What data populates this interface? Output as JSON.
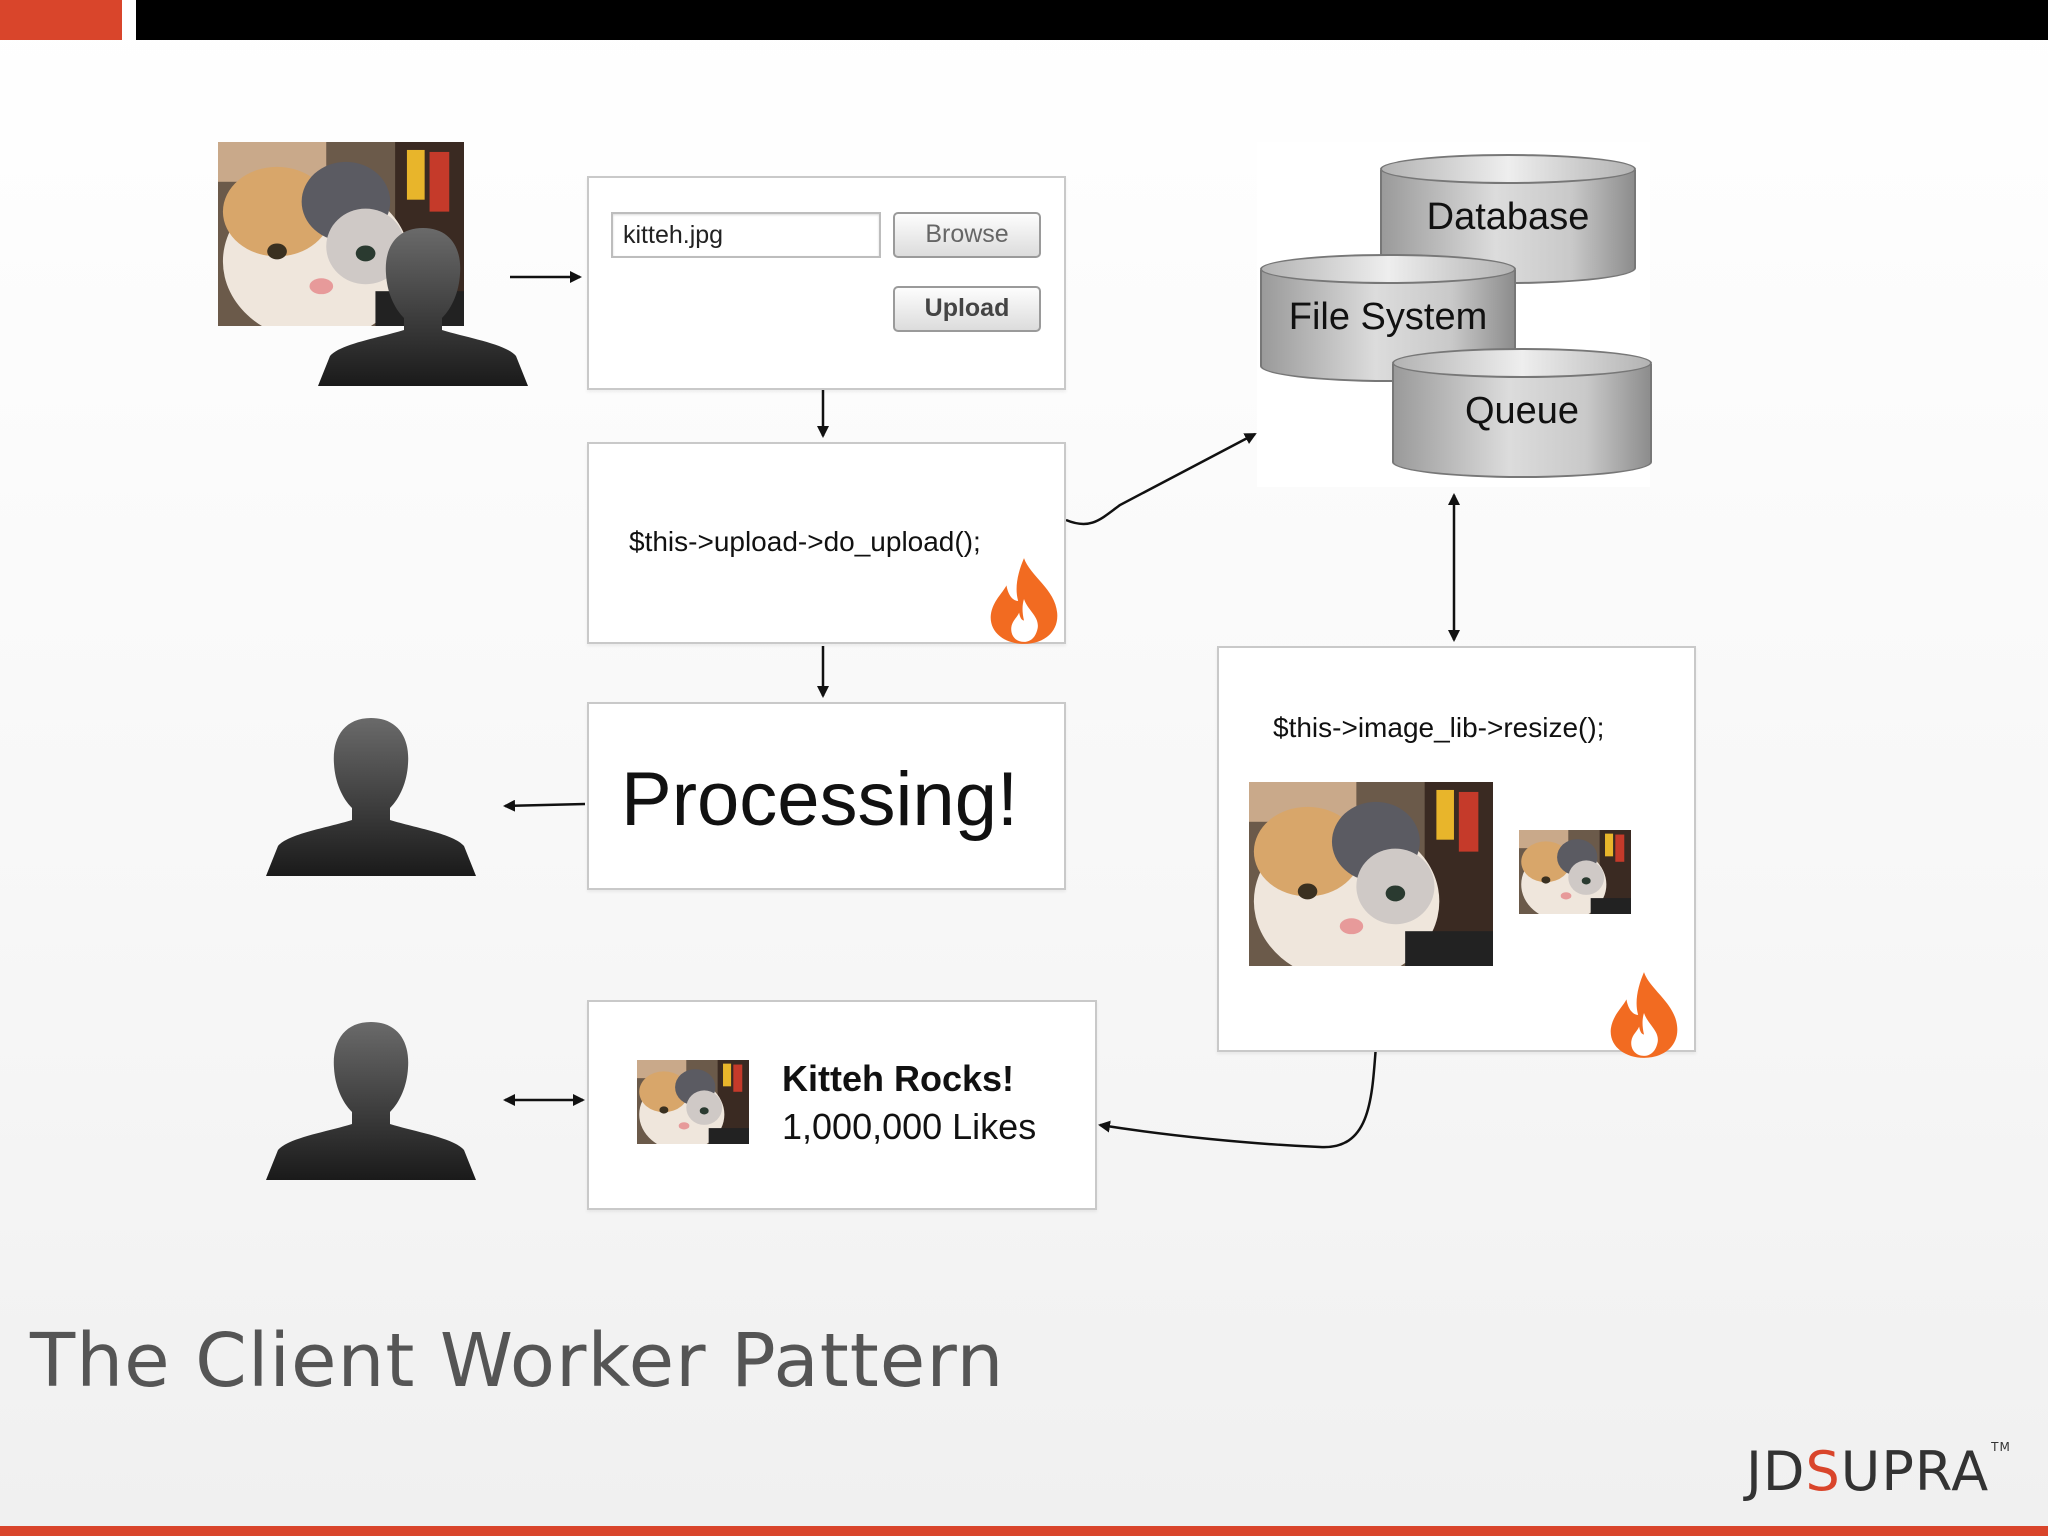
{
  "slide": {
    "title": "The Client Worker Pattern",
    "brand": {
      "prefix": "JD",
      "highlight": "S",
      "suffix": "UPRA",
      "mark": "TM"
    }
  },
  "upload_form": {
    "file_value": "kitteh.jpg",
    "browse_label": "Browse",
    "upload_label": "Upload"
  },
  "controller_code": "$this->upload->do_upload();",
  "processing_text": "Processing!",
  "storage": {
    "database": "Database",
    "file_system": "File System",
    "queue": "Queue"
  },
  "worker_code": "$this->image_lib->resize();",
  "result": {
    "title": "Kitteh Rocks!",
    "likes": "1,000,000 Likes"
  },
  "icons": {
    "user": "person-silhouette-icon",
    "framework": "codeigniter-flame-icon",
    "photo": "kitten-photo"
  },
  "colors": {
    "accent": "#d9452b",
    "flame": "#f26b21"
  }
}
